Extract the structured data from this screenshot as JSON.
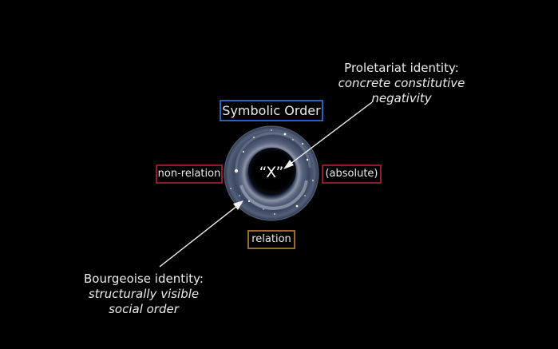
{
  "diagram": {
    "symbolic_order": "Symbolic Order",
    "non_relation": "non-relation",
    "absolute": "(absolute)",
    "relation": "relation",
    "center_label": "“X”",
    "proletariat": {
      "title": "Proletariat identity:",
      "line1": "concrete constitutive",
      "line2": "negativity"
    },
    "bourgeoise": {
      "title": "Bourgeoise identity:",
      "line1": "structurally visible",
      "line2": "social order"
    }
  },
  "colors": {
    "background": "#000000",
    "symbolic_border": "#2a63b8",
    "relation_border": "#9a6a28",
    "nonrelation_border": "#8a1f2b",
    "text": "#ececec"
  },
  "icons": {
    "ring": "black-hole-ring-image"
  }
}
